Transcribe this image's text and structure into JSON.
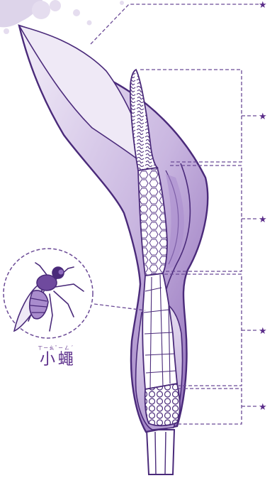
{
  "colors": {
    "outline": "#4a2a7a",
    "purple_dark": "#6f4a9e",
    "purple_mid": "#a98ccd",
    "purple_light": "#e4dcef",
    "purple_pale": "#f1ecf7",
    "leader": "#6b4a96",
    "bubble": "#ddd4ea"
  },
  "callouts": [
    {
      "name": "spathe-callout",
      "marker": "★"
    },
    {
      "name": "appendix-callout",
      "marker": "★"
    },
    {
      "name": "male-flowers-callout",
      "marker": "★"
    },
    {
      "name": "sterile-zone-callout",
      "marker": "★"
    },
    {
      "name": "female-flowers-callout",
      "marker": "★"
    }
  ],
  "fly": {
    "label_chars": [
      {
        "char": "小",
        "reading": "ㄒㄧㄠˇ"
      },
      {
        "char": "蠅",
        "reading": "ㄧㄥˊ"
      }
    ]
  }
}
